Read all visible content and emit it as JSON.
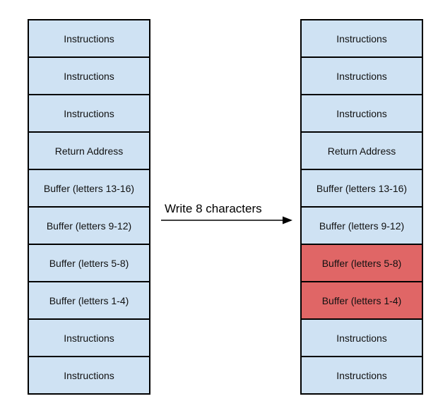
{
  "left_stack": {
    "cells": [
      {
        "label": "Instructions",
        "highlighted": false
      },
      {
        "label": "Instructions",
        "highlighted": false
      },
      {
        "label": "Instructions",
        "highlighted": false
      },
      {
        "label": "Return Address",
        "highlighted": false
      },
      {
        "label": "Buffer (letters 13-16)",
        "highlighted": false
      },
      {
        "label": "Buffer (letters 9-12)",
        "highlighted": false
      },
      {
        "label": "Buffer (letters 5-8)",
        "highlighted": false
      },
      {
        "label": "Buffer (letters 1-4)",
        "highlighted": false
      },
      {
        "label": "Instructions",
        "highlighted": false
      },
      {
        "label": "Instructions",
        "highlighted": false
      }
    ]
  },
  "right_stack": {
    "cells": [
      {
        "label": "Instructions",
        "highlighted": false
      },
      {
        "label": "Instructions",
        "highlighted": false
      },
      {
        "label": "Instructions",
        "highlighted": false
      },
      {
        "label": "Return Address",
        "highlighted": false
      },
      {
        "label": "Buffer (letters 13-16)",
        "highlighted": false
      },
      {
        "label": "Buffer (letters 9-12)",
        "highlighted": false
      },
      {
        "label": "Buffer (letters 5-8)",
        "highlighted": true
      },
      {
        "label": "Buffer (letters 1-4)",
        "highlighted": true
      },
      {
        "label": "Instructions",
        "highlighted": false
      },
      {
        "label": "Instructions",
        "highlighted": false
      }
    ]
  },
  "arrow": {
    "label": "Write 8 characters"
  },
  "colors": {
    "cell_fill": "#cfe2f3",
    "highlight_fill": "#e06666",
    "border": "#000000"
  }
}
